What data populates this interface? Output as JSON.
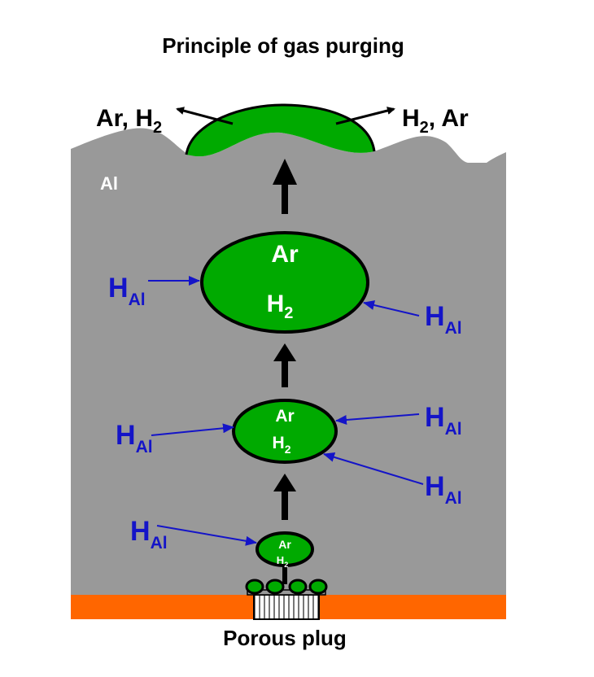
{
  "title": "Principle of gas purging",
  "melt_label": "Al",
  "escape_left": {
    "main": "Ar, H",
    "sub": "2"
  },
  "escape_right": {
    "main": "H",
    "sub": "2",
    "rest": ", Ar"
  },
  "bubbles": [
    {
      "line1": "Ar",
      "line2_main": "H",
      "line2_sub": "2"
    },
    {
      "line1": "Ar",
      "line2_main": "H",
      "line2_sub": "2"
    },
    {
      "line1": "Ar",
      "line2_main": "H",
      "line2_sub": "2"
    }
  ],
  "hydrogen_label": {
    "main": "H",
    "sub": "Al"
  },
  "caption": "Porous plug",
  "colors": {
    "melt": "#999999",
    "gas": "#00aa00",
    "hydrogen": "#1414c8",
    "plug_base": "#ff6600",
    "outline": "#000000"
  }
}
